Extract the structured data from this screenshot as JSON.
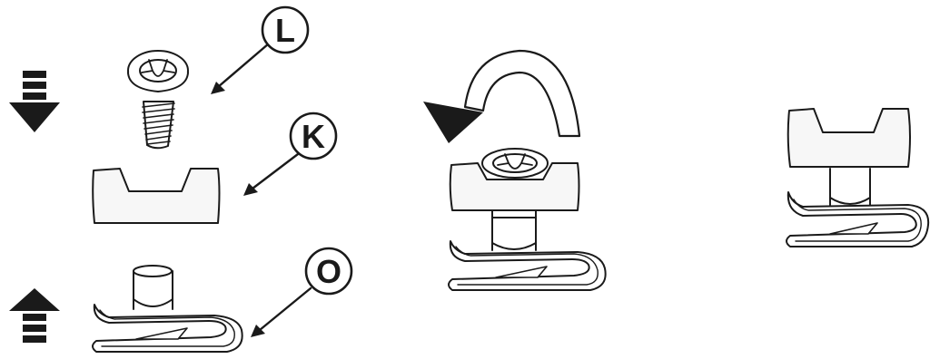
{
  "labels": {
    "screw": "L",
    "block": "K",
    "clip": "O"
  },
  "arrows": {
    "left_top": "down-arrow-icon",
    "left_bottom": "up-arrow-icon",
    "rotate": "rotate-counterclockwise-icon"
  },
  "colors": {
    "line": "#1a1a1a",
    "fill": "#ffffff",
    "shade": "#f2f2f2"
  }
}
